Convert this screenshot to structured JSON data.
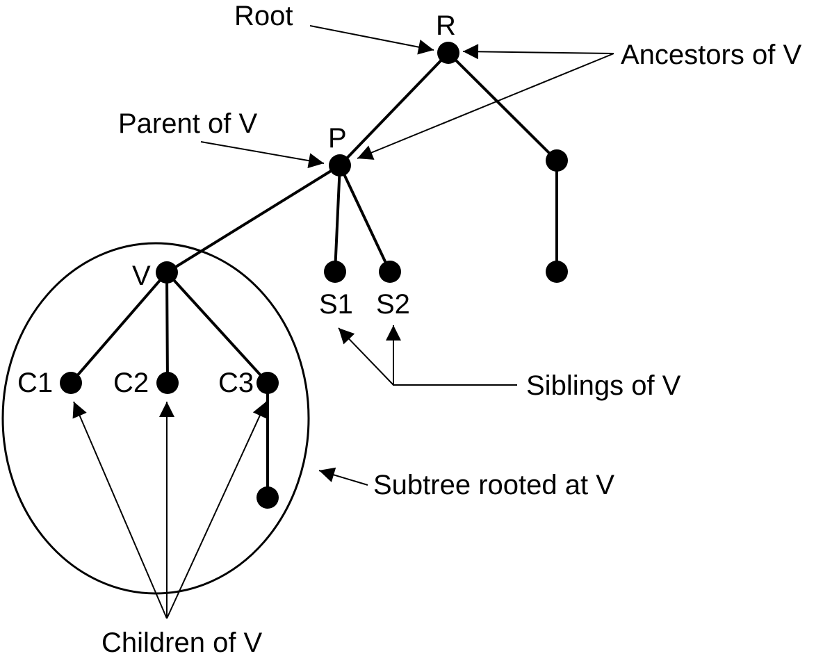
{
  "nodes": {
    "r": "R",
    "p": "P",
    "v": "V",
    "s1": "S1",
    "s2": "S2",
    "c1": "C1",
    "c2": "C2",
    "c3": "C3"
  },
  "annotations": {
    "root": "Root",
    "ancestors": "Ancestors of V",
    "parent": "Parent of V",
    "siblings": "Siblings of V",
    "subtree": "Subtree rooted at V",
    "children": "Children of V"
  },
  "colors": {
    "ink": "#000000",
    "background": "#ffffff"
  }
}
